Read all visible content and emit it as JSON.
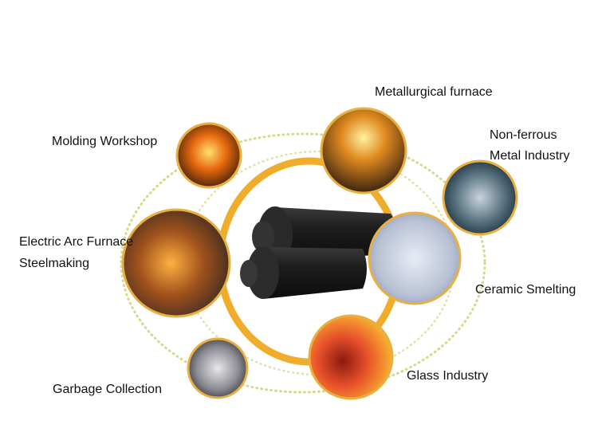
{
  "labels": {
    "metallurgical": "Metallurgical furnace",
    "molding": "Molding Workshop",
    "nonferrous_1": "Non-ferrous",
    "nonferrous_2": "Metal Industry",
    "eaf_1": "Electric Arc Furnace",
    "eaf_2": "Steelmaking",
    "ceramic": "Ceramic Smelting",
    "glass": "Glass Industry",
    "garbage": "Garbage Collection"
  },
  "colors": {
    "ring": "#f0ad2c",
    "dotted": "#d9d98a",
    "electrode": "#222222"
  },
  "center_item": "graphite-electrodes"
}
